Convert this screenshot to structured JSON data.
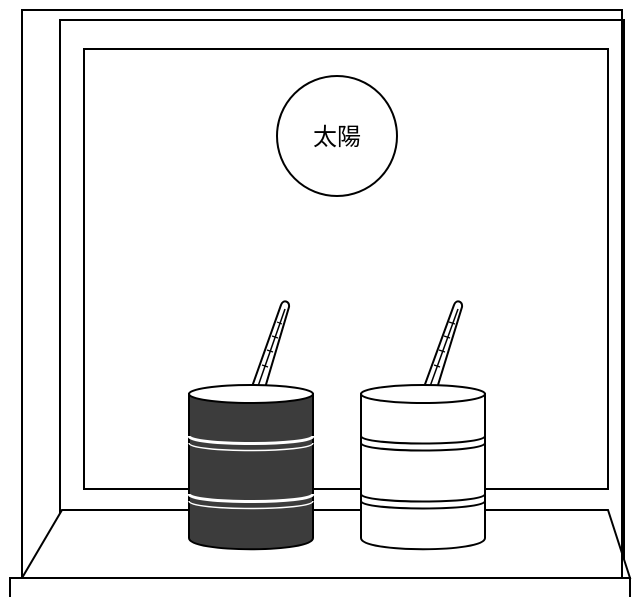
{
  "sun": {
    "label": "太陽"
  },
  "cans": [
    {
      "color": "black",
      "fill": "#3c3c3c"
    },
    {
      "color": "white",
      "fill": "#ffffff"
    }
  ]
}
